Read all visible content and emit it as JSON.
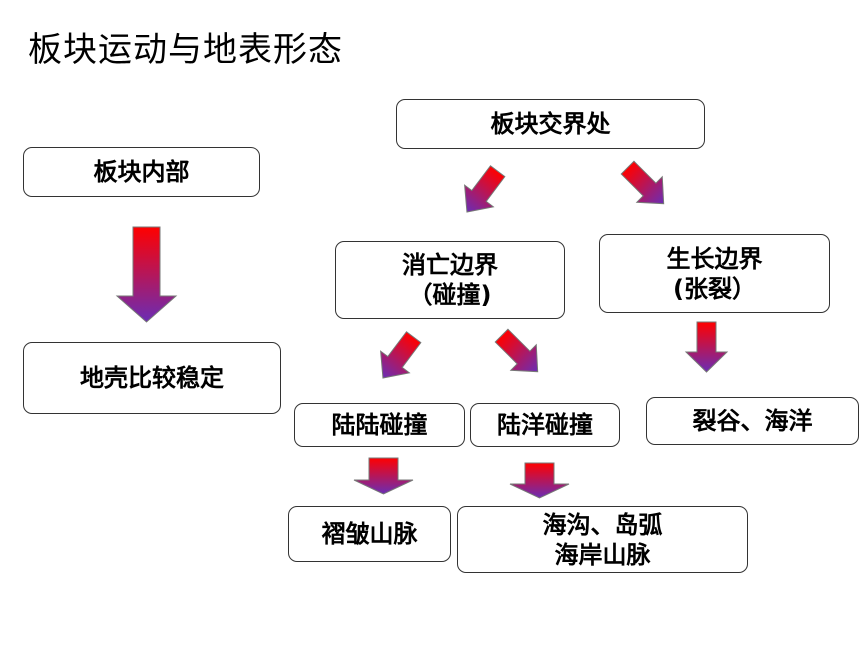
{
  "title": "板块运动与地表形态",
  "nodes": {
    "plate_interior": "板块内部",
    "crust_stable": "地壳比较稳定",
    "plate_boundary": "板块交界处",
    "destructive": {
      "line1": "消亡边界",
      "line2": "（碰撞)"
    },
    "constructive": {
      "line1": "生长边界",
      "line2": "(张裂）"
    },
    "continent_continent": "陆陆碰撞",
    "ocean_continent": "陆洋碰撞",
    "rift_ocean": "裂谷、海洋",
    "fold_mountains": "褶皱山脉",
    "trench_arc": {
      "line1": "海沟、岛弧",
      "line2": "海岸山脉"
    }
  },
  "colors": {
    "arrow_top": "#ff0000",
    "arrow_bottom": "#6a2db5",
    "border": "#333333"
  }
}
